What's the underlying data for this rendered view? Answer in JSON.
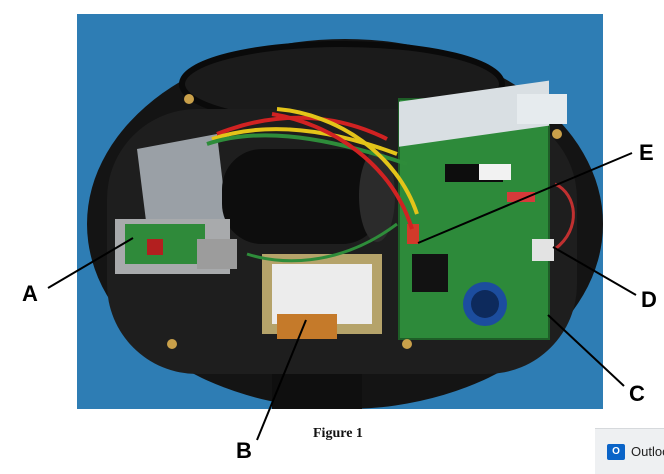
{
  "figure": {
    "caption": "Figure 1",
    "callouts": {
      "a": "A",
      "b": "B",
      "c": "C",
      "d": "D",
      "e": "E"
    }
  },
  "taskbar": {
    "app_label": "Outloo",
    "icon": "outlook-icon"
  }
}
